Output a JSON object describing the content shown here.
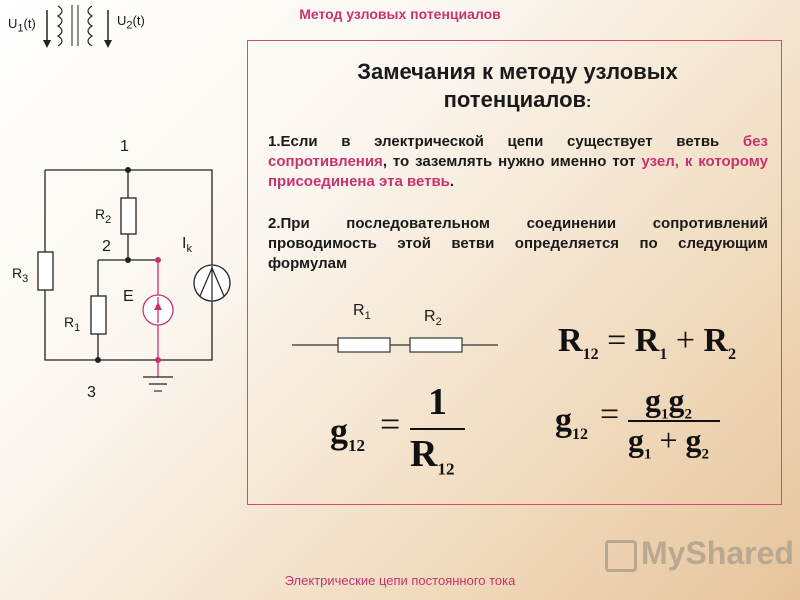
{
  "header": {
    "title": "Метод узловых потенциалов"
  },
  "footer": {
    "text": "Электрические цепи постоянного тока"
  },
  "notes": {
    "title_main": "Замечания к методу узловых",
    "title_tail": "потенциалов",
    "title_colon": ":",
    "p1_a": "1.Если в электрической цепи существует ветвь ",
    "p1_red1": "без сопротивления",
    "p1_b": ", то заземлять нужно именно тот ",
    "p1_red2": "узел, к которому присоединена эта ветвь",
    "p1_c": ".",
    "p2": "2.При последовательном соединении сопротивлений проводимость этой ветви определяется по следующим формулам"
  },
  "transformer": {
    "u1": "U",
    "u1_sub": "1",
    "u1_tail": "(t)",
    "u2": "U",
    "u2_sub": "2",
    "u2_tail": "(t)"
  },
  "circuit": {
    "node1": "1",
    "node2": "2",
    "node3": "3",
    "r2": "R",
    "r2_sub": "2",
    "r3": "R",
    "r3_sub": "3",
    "r1": "R",
    "r1_sub": "1",
    "e": "E",
    "ik": "I",
    "ik_sub": "k"
  },
  "series": {
    "r1": "R",
    "r1_sub": "1",
    "r2": "R",
    "r2_sub": "2"
  },
  "formulas": {
    "f1_lhs": "R",
    "f1_lhs_sub": "12",
    "f1_eq": "=",
    "f1_a": "R",
    "f1_a_sub": "1",
    "f1_plus": "+",
    "f1_b": "R",
    "f1_b_sub": "2",
    "f2_lhs": "g",
    "f2_lhs_sub": "12",
    "f2_eq": "=",
    "f2_num": "1",
    "f2_den": "R",
    "f2_den_sub": "12",
    "f3_lhs": "g",
    "f3_lhs_sub": "12",
    "f3_eq": "=",
    "f3_num_a": "g",
    "f3_num_a_sub": "1",
    "f3_num_b": "g",
    "f3_num_b_sub": "2",
    "f3_den_a": "g",
    "f3_den_a_sub": "1",
    "f3_den_plus": "+",
    "f3_den_b": "g",
    "f3_den_b_sub": "2"
  },
  "logo": {
    "text": "MyShared"
  },
  "colors": {
    "accent": "#c8336f",
    "border": "#d64a6a"
  }
}
